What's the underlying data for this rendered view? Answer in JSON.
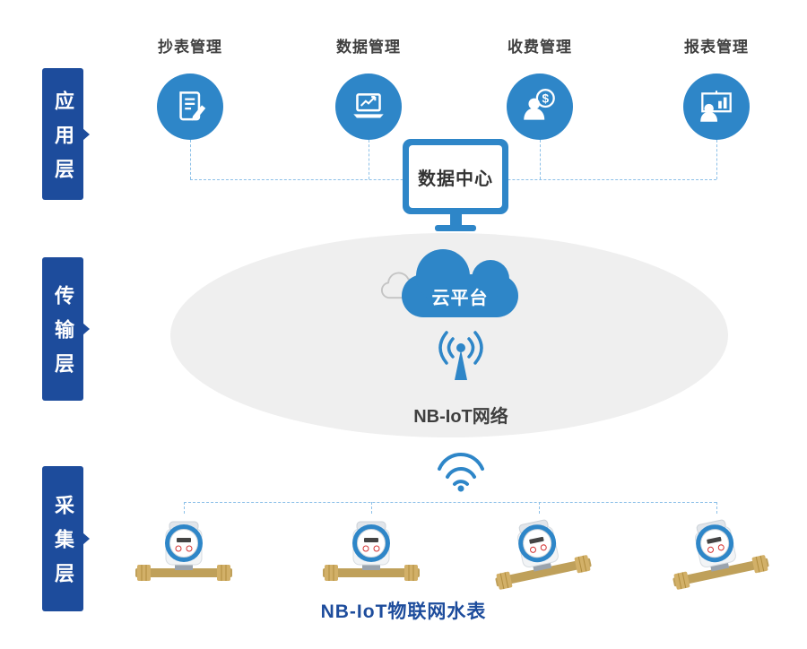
{
  "layers": [
    {
      "id": "application",
      "label": "应用层"
    },
    {
      "id": "transmission",
      "label": "传输层"
    },
    {
      "id": "collection",
      "label": "采集层"
    }
  ],
  "applications": [
    {
      "label": "抄表管理",
      "icon": "meter-reading-icon"
    },
    {
      "label": "数据管理",
      "icon": "data-management-icon"
    },
    {
      "label": "收费管理",
      "icon": "fee-management-icon"
    },
    {
      "label": "报表管理",
      "icon": "report-management-icon"
    }
  ],
  "data_center": {
    "label": "数据中心"
  },
  "cloud_platform": {
    "label": "云平台"
  },
  "network": {
    "label": "NB-IoT网络"
  },
  "collection": {
    "caption": "NB-IoT物联网水表",
    "meter_count": 4
  },
  "symbols": {
    "currency": "$"
  },
  "colors": {
    "primary": "#2E86C8",
    "layer-tab": "#1D4C9C",
    "dashed": "#8CC0E8",
    "ellipse": "#EFEFEF",
    "text": "#3F3F3F",
    "caption": "#1D4C9C"
  }
}
